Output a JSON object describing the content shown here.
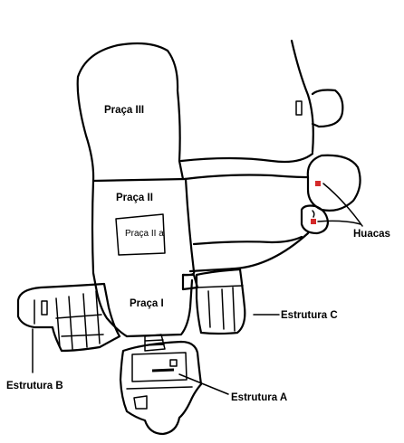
{
  "labels": {
    "praca_iii": "Praça III",
    "praca_ii": "Praça II",
    "praca_iia": "Praça II a",
    "praca_i": "Praça I",
    "huacas": "Huacas",
    "estrutura_a": "Estrutura A",
    "estrutura_b": "Estrutura B",
    "estrutura_c": "Estrutura C"
  },
  "colors": {
    "ink": "#000000",
    "huaca_marker": "#d42a2a",
    "background": "#ffffff"
  }
}
